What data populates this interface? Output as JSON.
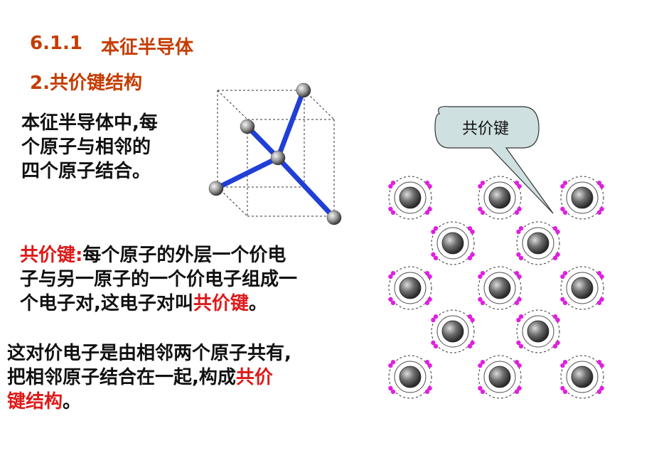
{
  "heading": {
    "section_number": "6.1.1",
    "section_title": "本征半导体",
    "subheading": "2.共价键结构"
  },
  "intro": {
    "line1": "本征半导体中,每",
    "line2": "个原子与相邻的",
    "line3": "四个原子结合。"
  },
  "definition": {
    "term": "共价键:",
    "line1": "每个原子的外层一个价电",
    "line2": "子与另一原子的一个价电子组成一",
    "line3a": "个电子对,这电子对叫",
    "line3b": "共价键",
    "line3c": "。"
  },
  "summary": {
    "line1": "这对价电子是由相邻两个原子共有,",
    "line2a": "把相邻原子结合在一起,构成",
    "line2b": "共价",
    "line3a": "键结构",
    "line3b": "。"
  },
  "callout": {
    "label": "共价键"
  },
  "colors": {
    "title": "#c43c00",
    "term_red": "#dd1a1a",
    "bond_blue": "#1f3fd6",
    "electron_magenta": "#e020e0",
    "callout_fill": "#cfe0e0"
  }
}
